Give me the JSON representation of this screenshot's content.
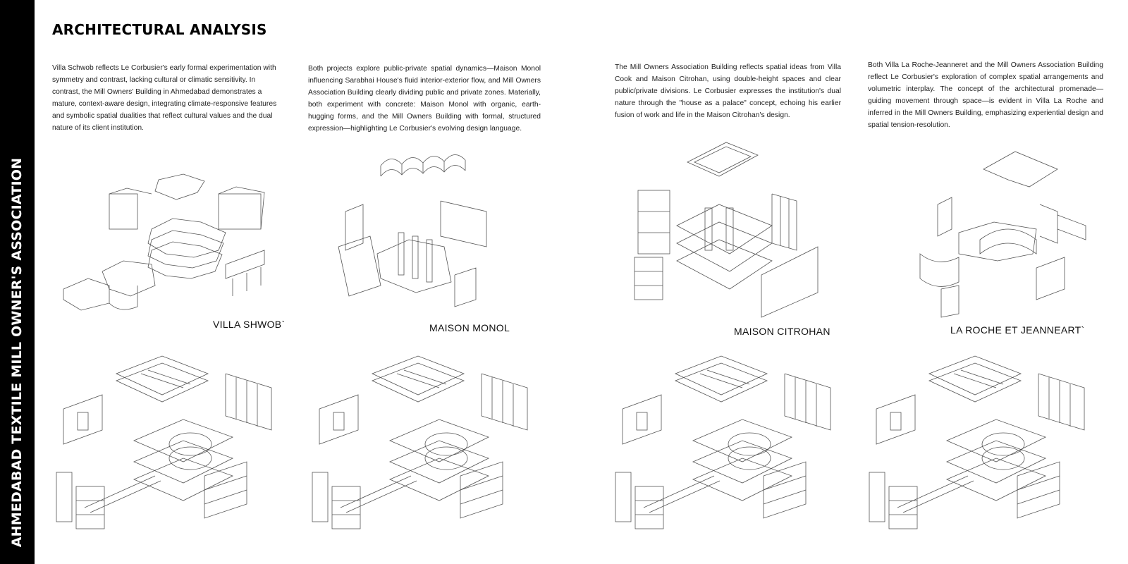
{
  "sidebar": {
    "title": "AHMEDABAD TEXTILE MILL OWNER'S ASSOCIATION"
  },
  "page": {
    "title": "ARCHITECTURAL ANALYSIS"
  },
  "paragraphs": [
    "Villa Schwob reflects Le Corbusier's early formal experimentation with symmetry and contrast, lacking cultural or climatic sensitivity. In contrast, the Mill Owners' Building in Ahmedabad demonstrates a mature, context-aware design, integrating climate-responsive features and symbolic spatial dualities that reflect cultural values and the dual nature of its client institution.",
    "Both projects explore public-private spatial dynamics—Maison Monol influencing Sarabhai House's fluid interior-exterior flow, and Mill Owners Association Building clearly dividing public and private zones. Materially, both experiment with concrete: Maison Monol with organic, earth-hugging forms, and the Mill Owners Building with formal, structured expression—highlighting Le Corbusier's evolving design language.",
    "The Mill Owners Association Building reflects spatial ideas from Villa Cook and Maison Citrohan, using double-height spaces and clear public/private divisions. Le Corbusier expresses the institution's dual nature through the \"house as a palace\" concept, echoing his earlier fusion of work and life in the Maison Citrohan's design.",
    "Both Villa La Roche-Jeanneret and the Mill Owners Association Building reflect Le Corbusier's exploration of complex spatial arrangements and volumetric interplay. The concept of the architectural promenade—guiding movement through space—is evident in Villa La Roche and inferred in the Mill Owners Building, emphasizing experiential design and spatial tension-resolution."
  ],
  "labels": [
    "VILLA SHWOB`",
    "MAISON MONOL",
    "MAISON CITROHAN",
    "LA ROCHE ET JEANNEART`"
  ]
}
